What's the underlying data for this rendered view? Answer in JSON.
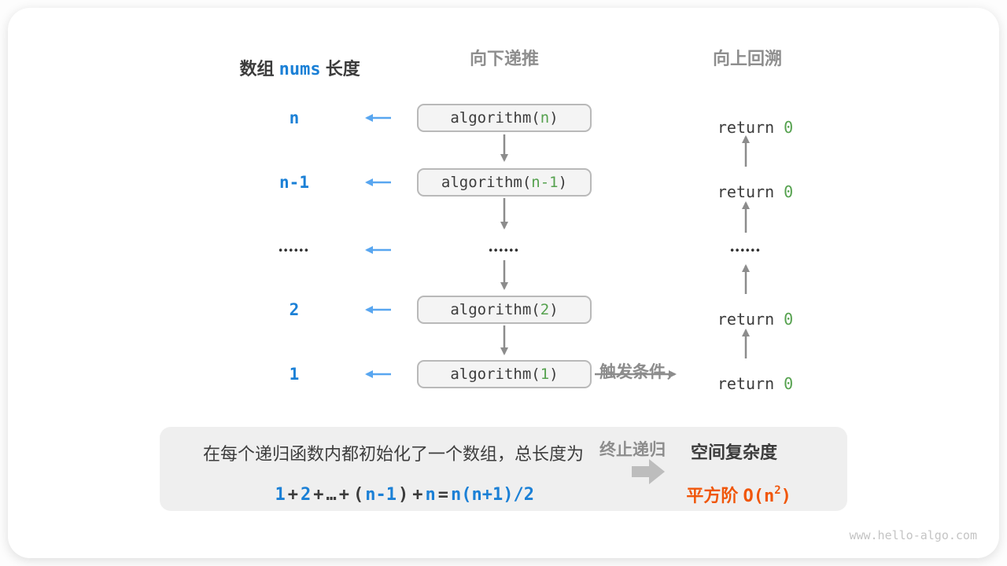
{
  "headers": {
    "array_prefix": "数组 ",
    "array_code": "nums",
    "array_suffix": " 长度",
    "recurse_down": "向下递推",
    "backtrack_up": "向上回溯"
  },
  "rows": [
    {
      "label": "n",
      "arg": "n"
    },
    {
      "label": "n-1",
      "arg": "n-1"
    },
    {
      "label": "2",
      "arg": "2"
    },
    {
      "label": "1",
      "arg": "1"
    }
  ],
  "call": {
    "prefix": "algorithm(",
    "suffix": ")"
  },
  "ret": {
    "keyword": "return ",
    "value": "0"
  },
  "dots": "••••••",
  "annotation": {
    "line1": "触发条件，",
    "line2": "终止递归"
  },
  "summary": {
    "line1": "在每个递归函数内都初始化了一个数组，总长度为",
    "equation": {
      "p1": "1",
      "op1": "+",
      "p2": "2",
      "op2": "+",
      "ellipsis": "…",
      "op3": "+",
      "lparen": "(",
      "p3": "n-1",
      "rparen": ")",
      "op4": "+",
      "p4": "n",
      "eq": "=",
      "p5": "n(n+1)/2"
    }
  },
  "complexity": {
    "title": "空间复杂度",
    "order": "平方阶 ",
    "o_prefix": "O(n",
    "o_sup": "2",
    "o_suffix": ")"
  },
  "footer": "www.hello-algo.com",
  "colors": {
    "blue": "#1b80d6",
    "light_blue": "#58a6f0",
    "green": "#55a14e",
    "orange": "#f0560a",
    "arrow_gray": "#8c8c8c",
    "dark": "#3c3c3c",
    "box_fill": "#f4f4f4",
    "box_border": "#b9b9b9",
    "panel_fill": "#efefef"
  }
}
